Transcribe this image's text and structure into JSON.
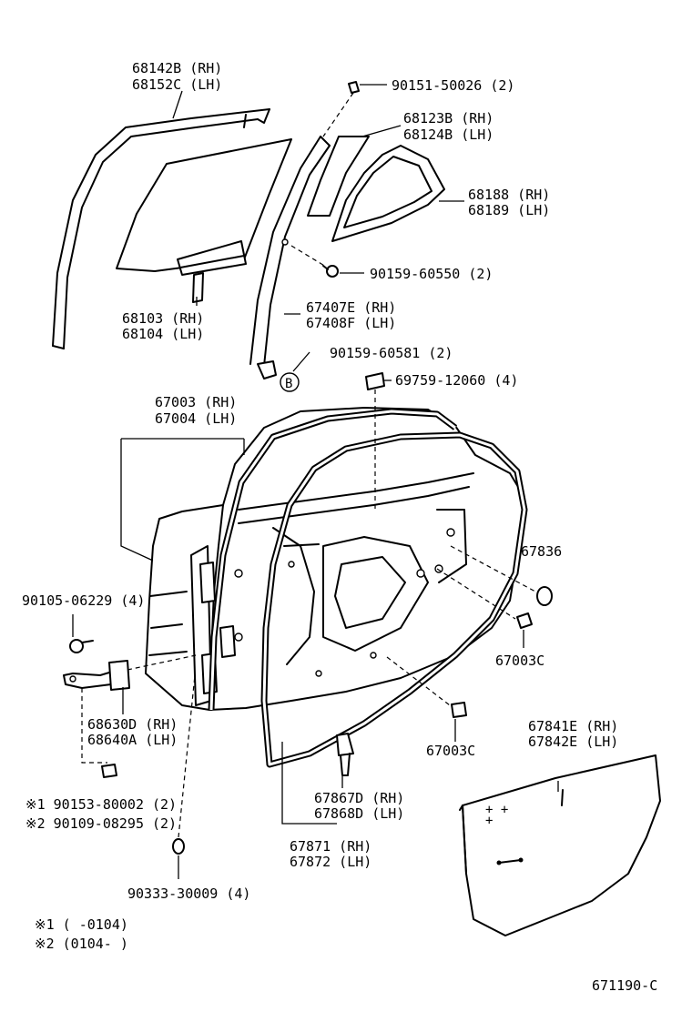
{
  "parts": [
    {
      "id": "run-channel",
      "lines": [
        "68142B (RH)",
        "68152C (LH)"
      ]
    },
    {
      "id": "bolt-1",
      "lines": [
        "90151-50026 (2)"
      ]
    },
    {
      "id": "quarter-glass",
      "lines": [
        "68123B (RH)",
        "68124B (LH)"
      ]
    },
    {
      "id": "quarter-weatherstrip",
      "lines": [
        "68188 (RH)",
        "68189 (LH)"
      ]
    },
    {
      "id": "bolt-2",
      "lines": [
        "90159-60550 (2)"
      ]
    },
    {
      "id": "door-glass",
      "lines": [
        "68103 (RH)",
        "68104 (LH)"
      ]
    },
    {
      "id": "division-bar",
      "lines": [
        "67407E (RH)",
        "67408F (LH)"
      ]
    },
    {
      "id": "bolt-3",
      "lines": [
        "90159-60581 (2)"
      ]
    },
    {
      "id": "clip-1",
      "lines": [
        "69759-12060 (4)"
      ]
    },
    {
      "id": "door-panel",
      "lines": [
        "67003 (RH)",
        "67004 (LH)"
      ]
    },
    {
      "id": "plug-1",
      "lines": [
        "67836"
      ]
    },
    {
      "id": "bolt-4",
      "lines": [
        "90105-06229 (4)"
      ]
    },
    {
      "id": "plug-2",
      "lines": [
        "67003C"
      ]
    },
    {
      "id": "hinge",
      "lines": [
        "68630D (RH)",
        "68640A (LH)"
      ]
    },
    {
      "id": "plug-3",
      "lines": [
        "67003C"
      ]
    },
    {
      "id": "service-hole-cover",
      "lines": [
        "67841E (RH)",
        "67842E (LH)"
      ]
    },
    {
      "id": "bolt-5",
      "lines": [
        "※1  90153-80002 (2)",
        "※2  90109-08295 (2)"
      ]
    },
    {
      "id": "clip-2",
      "lines": [
        "67867D (RH)",
        "67868D (LH)"
      ]
    },
    {
      "id": "weatherstrip",
      "lines": [
        "67871 (RH)",
        "67872 (LH)"
      ]
    },
    {
      "id": "plug-4",
      "lines": [
        "90333-30009 (4)"
      ]
    }
  ],
  "circled_marker": "B",
  "notes": [
    "※1  (      -0104)",
    "※2  (0104-      )"
  ],
  "diagram_code": "671190-C"
}
